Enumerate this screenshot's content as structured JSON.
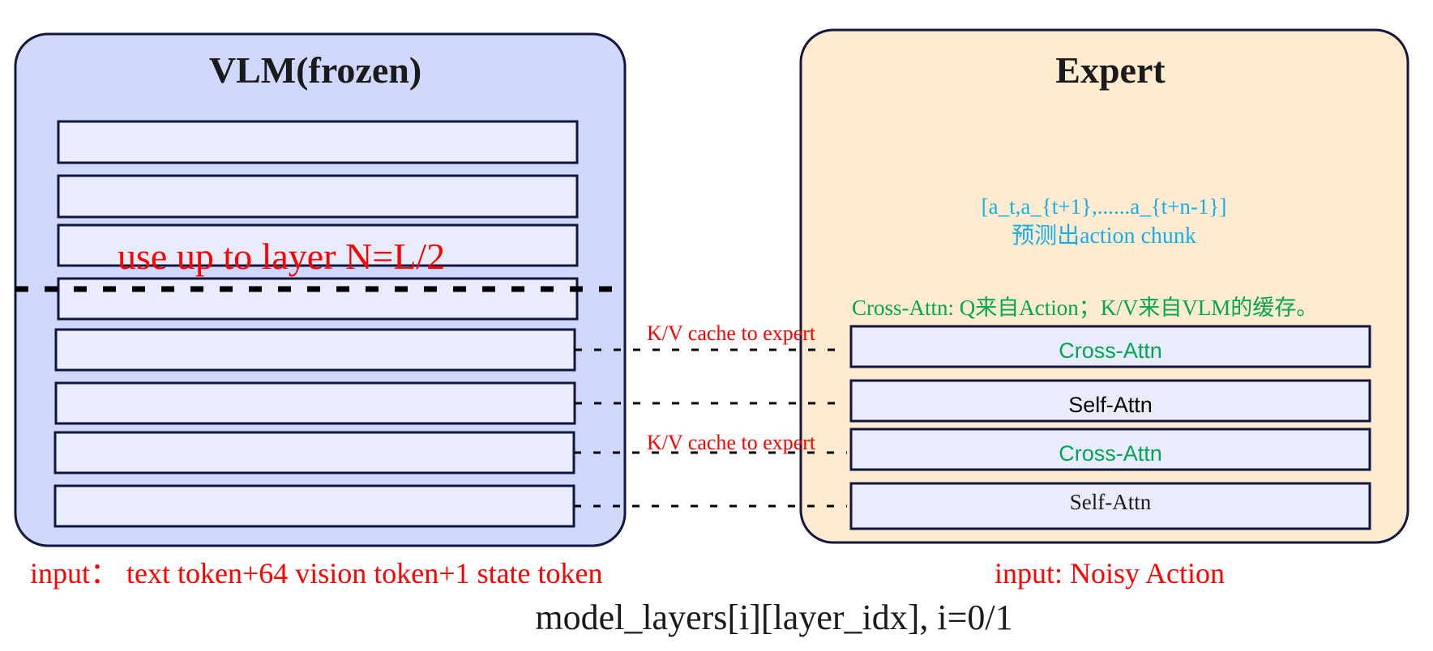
{
  "vlm": {
    "title": "VLM(frozen)",
    "layer_cutoff_label": "use up to layer N=L/2",
    "input_label": "input：  text token+64 vision token+1 state token"
  },
  "expert": {
    "title": "Expert",
    "prediction_line1": "[a_t,a_{t+1},......a_{t+n-1}]",
    "prediction_line2": "预测出action chunk",
    "cross_attn_note": "Cross-Attn: Q来自Action；K/V来自VLM的缓存。",
    "layers": [
      "Cross-Attn",
      "Self-Attn",
      "Cross-Attn",
      "Self-Attn"
    ],
    "input_label": "input: Noisy Action"
  },
  "connections": {
    "kv_label_1": "K/V cache to expert",
    "kv_label_2": "K/V cache to expert"
  },
  "caption": "model_layers[i][layer_idx], i=0/1",
  "colors": {
    "vlm_panel": "#d0d8fd",
    "expert_panel": "#ffecd0",
    "layer_fill": "#e9ecfd",
    "border": "#12163e",
    "red": "#ff0000",
    "green": "#00a650",
    "cyan": "#16aee8",
    "text": "#1a1a1a"
  }
}
